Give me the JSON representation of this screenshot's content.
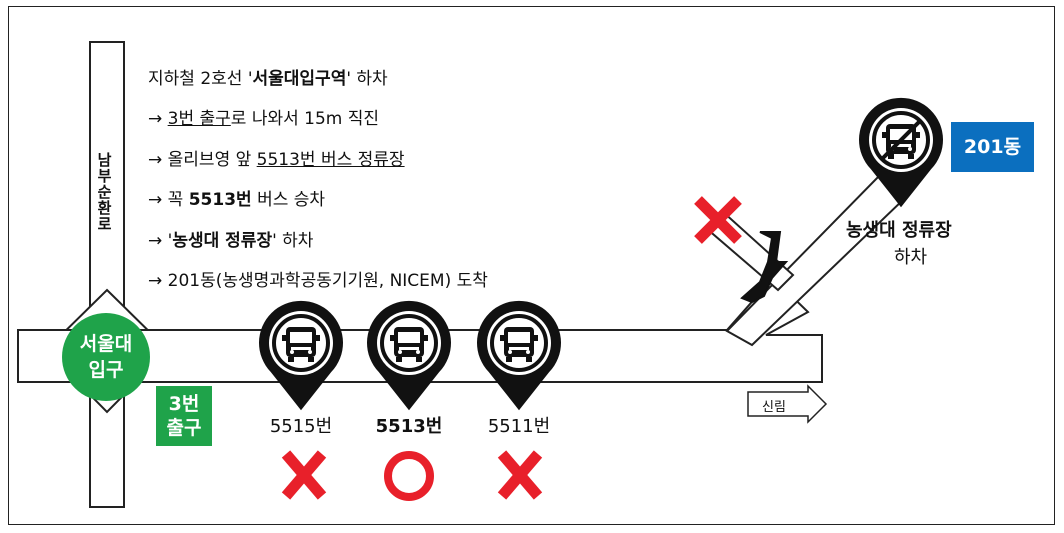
{
  "instructions": [
    {
      "pre": "지하철 2호선 '",
      "bold": "서울대입구역",
      "post": "' 하차",
      "under": ""
    },
    {
      "pre": "→ ",
      "under": "3번 출구",
      "post": "로 나와서 15m 직진",
      "bold": ""
    },
    {
      "pre": "→ 올리브영 앞 ",
      "under": "5513번 버스 정류장",
      "post": "",
      "bold": ""
    },
    {
      "pre": "→ 꼭 ",
      "bold": "5513번",
      "post": " 버스 승차",
      "under": ""
    },
    {
      "pre": "→ '",
      "bold": "농생대 정류장",
      "post": "' 하차",
      "under": ""
    },
    {
      "pre": "→ 201동(농생명과학공동기기원, NICEM) 도착",
      "bold": "",
      "post": "",
      "under": ""
    }
  ],
  "road_vertical": "남부순환로",
  "station": {
    "line1": "서울대",
    "line2": "입구"
  },
  "exit": {
    "line1": "3번",
    "line2": "출구"
  },
  "direction": "신림",
  "buses": [
    {
      "number": "5515번",
      "mark": "x",
      "highlight": false
    },
    {
      "number": "5513번",
      "mark": "o",
      "highlight": true
    },
    {
      "number": "5511번",
      "mark": "x",
      "highlight": false
    }
  ],
  "destination": {
    "stop": "농생대 정류장",
    "action": "하차",
    "building": "201동"
  },
  "colors": {
    "green": "#1fa34a",
    "blue": "#0b6fbf",
    "red": "#e8202a"
  }
}
